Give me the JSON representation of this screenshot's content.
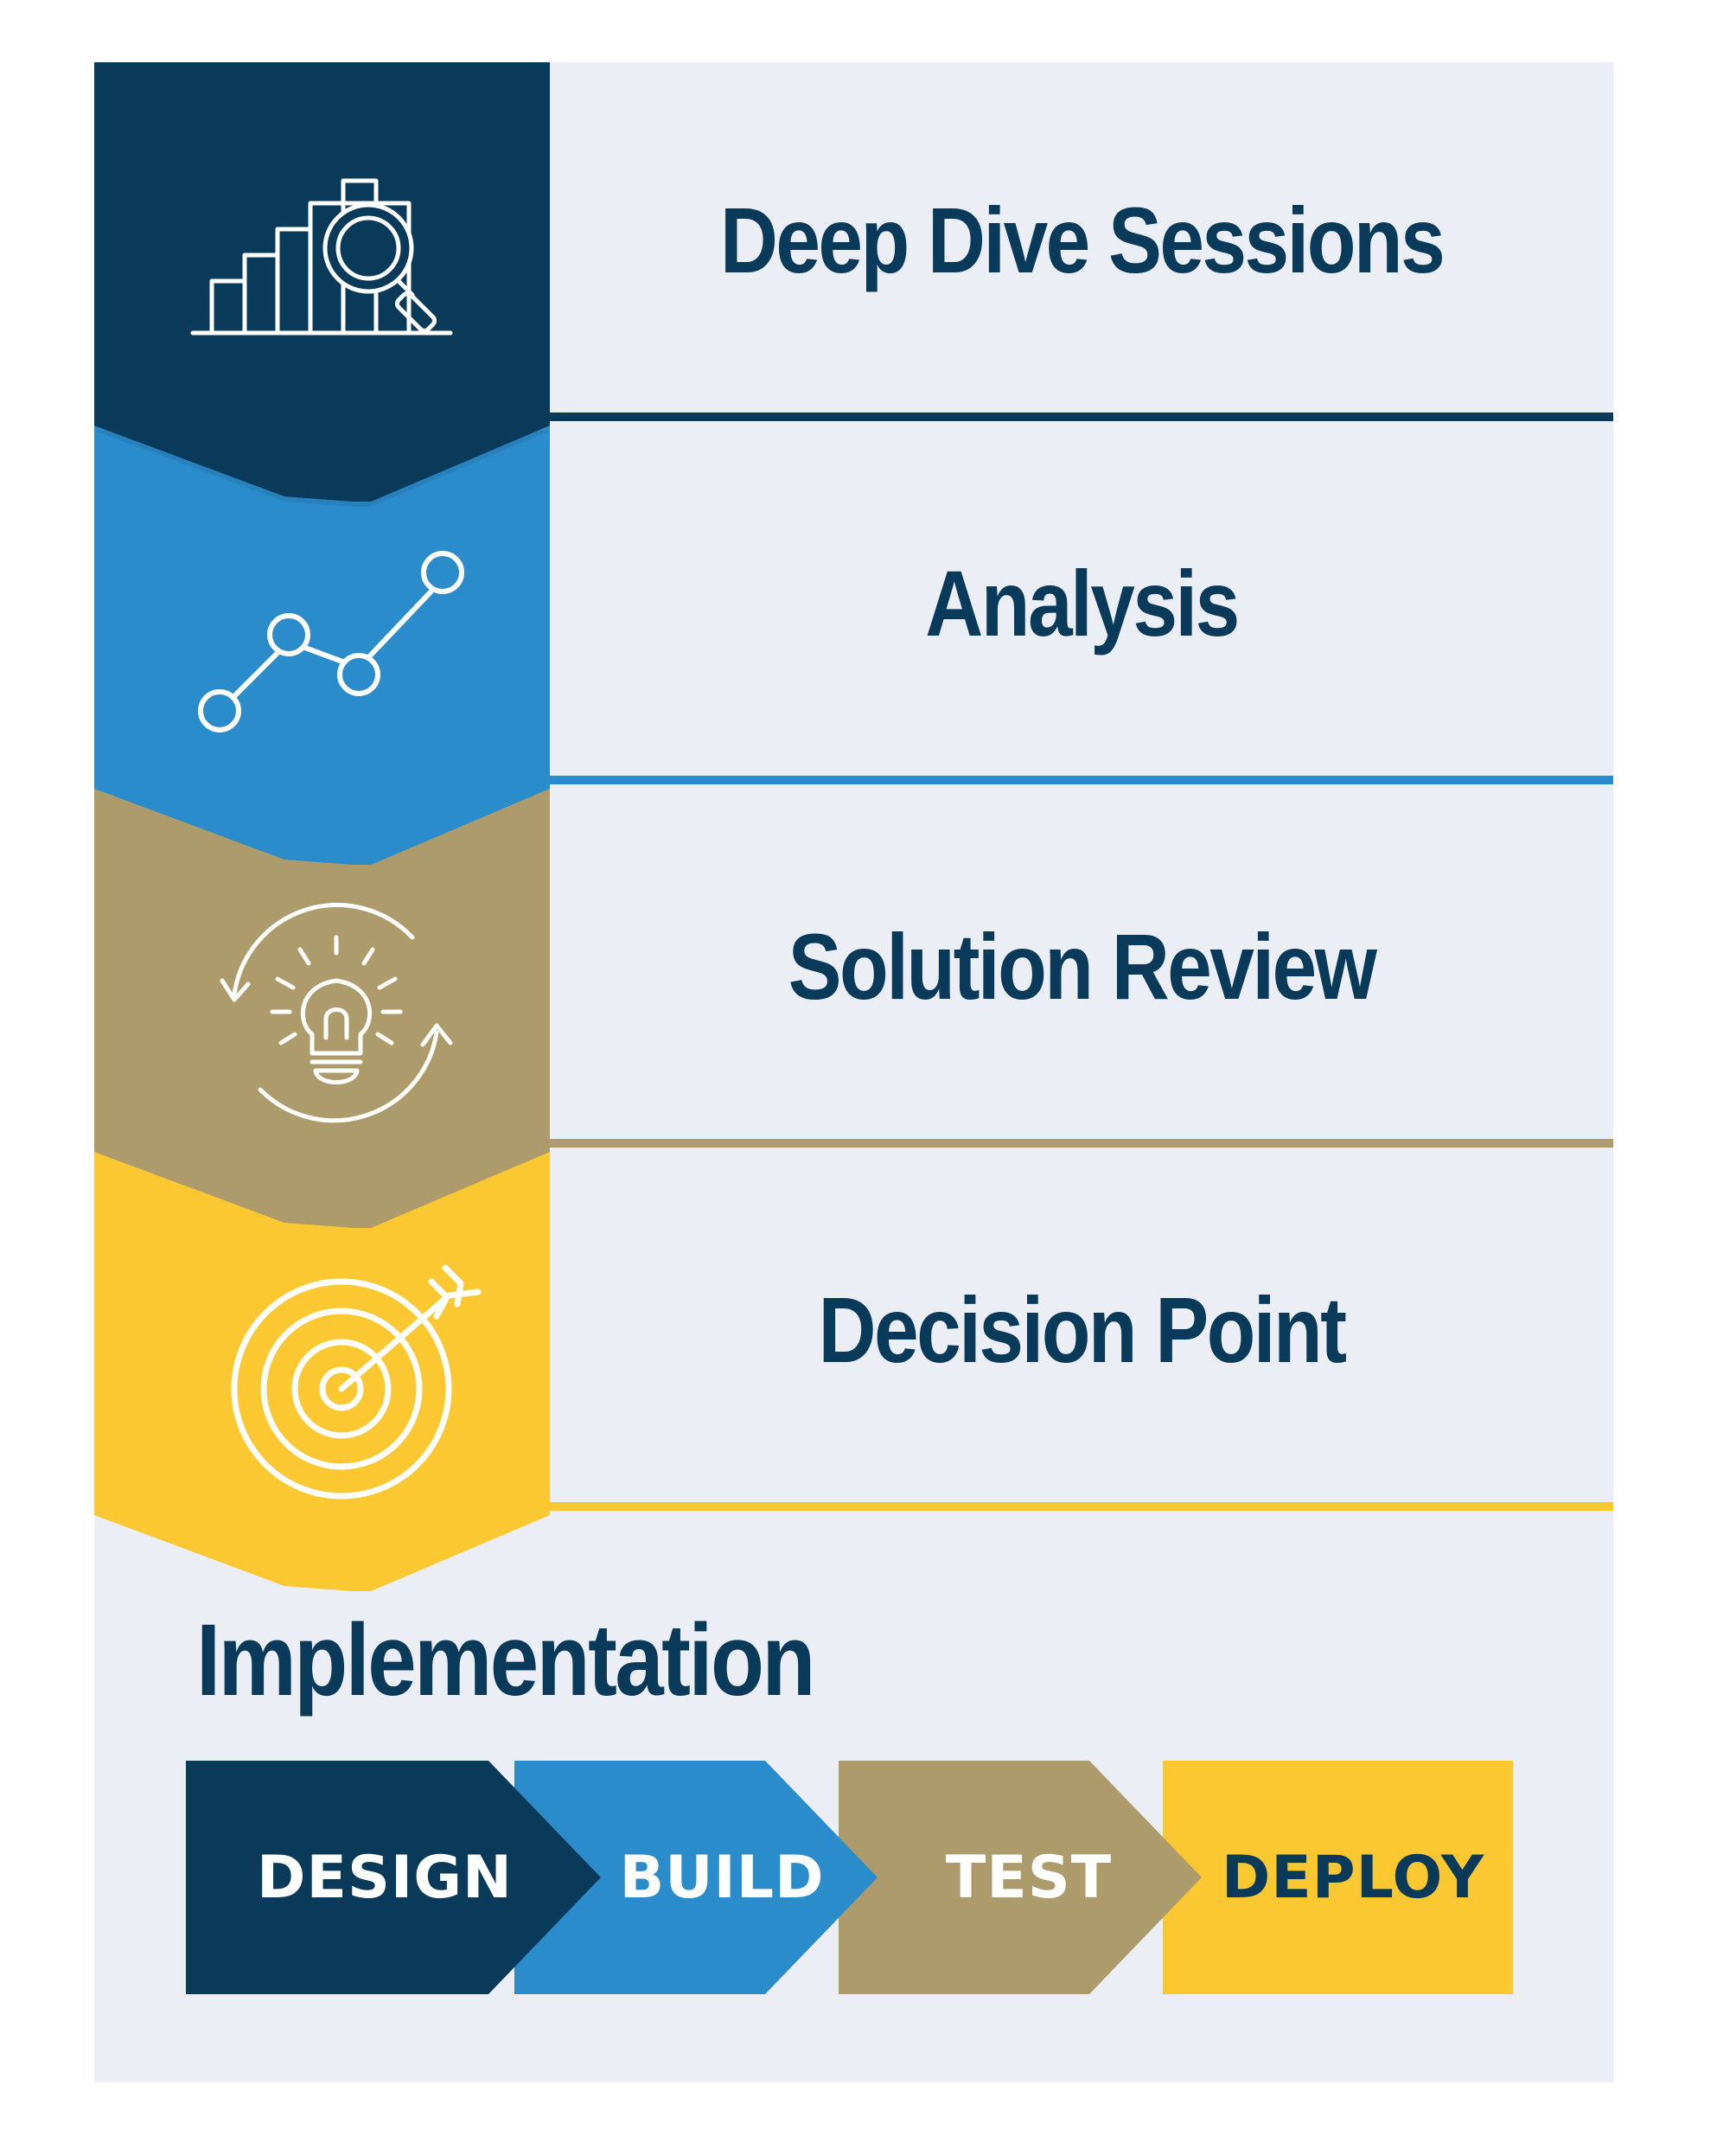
{
  "stages": [
    {
      "label": "Deep Dive Sessions",
      "color": "#0a3a59",
      "icon": "chart-magnifier-icon"
    },
    {
      "label": "Analysis",
      "color": "#2b8ccc",
      "icon": "line-graph-icon"
    },
    {
      "label": "Solution Review",
      "color": "#ad9b6b",
      "icon": "lightbulb-cycle-icon"
    },
    {
      "label": "Decision Point",
      "color": "#fcc832",
      "icon": "target-arrow-icon"
    }
  ],
  "implementation": {
    "title": "Implementation",
    "steps": [
      {
        "label": "DESIGN",
        "color": "#0a3a59",
        "text_color": "#ffffff"
      },
      {
        "label": "BUILD",
        "color": "#2b8ccc",
        "text_color": "#ffffff"
      },
      {
        "label": "TEST",
        "color": "#ad9b6b",
        "text_color": "#ffffff"
      },
      {
        "label": "DEPLOY",
        "color": "#fcc832",
        "text_color": "#0a3a59"
      }
    ]
  },
  "colors": {
    "navy": "#0a3a59",
    "blue": "#2b8ccc",
    "tan": "#ad9b6b",
    "yellow": "#fcc832",
    "panel": "#ebeef4"
  }
}
